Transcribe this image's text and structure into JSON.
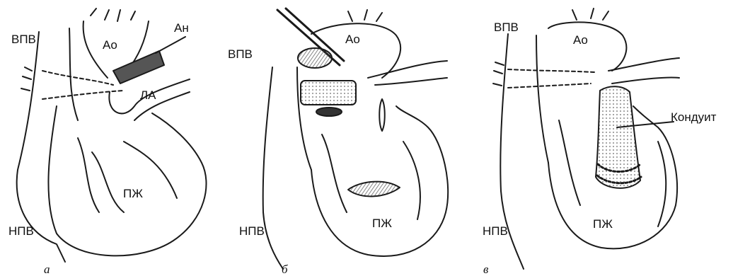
{
  "panels": [
    {
      "caption": "а",
      "labels": {
        "svc": "ВПВ",
        "ao": "Ао",
        "anastomosis": "Ан",
        "pa": "ЛА",
        "rv": "ПЖ",
        "ivc": "НПВ"
      }
    },
    {
      "caption": "б",
      "labels": {
        "svc": "ВПВ",
        "ao": "Ао",
        "rv": "ПЖ",
        "ivc": "НПВ"
      }
    },
    {
      "caption": "в",
      "labels": {
        "svc": "ВПВ",
        "ao": "Ао",
        "conduit": "Кондуит",
        "rv": "ПЖ",
        "ivc": "НПВ"
      }
    }
  ],
  "colors": {
    "ink": "#1a1a1a",
    "shade": "#8a8a8a",
    "paper": "#ffffff"
  }
}
